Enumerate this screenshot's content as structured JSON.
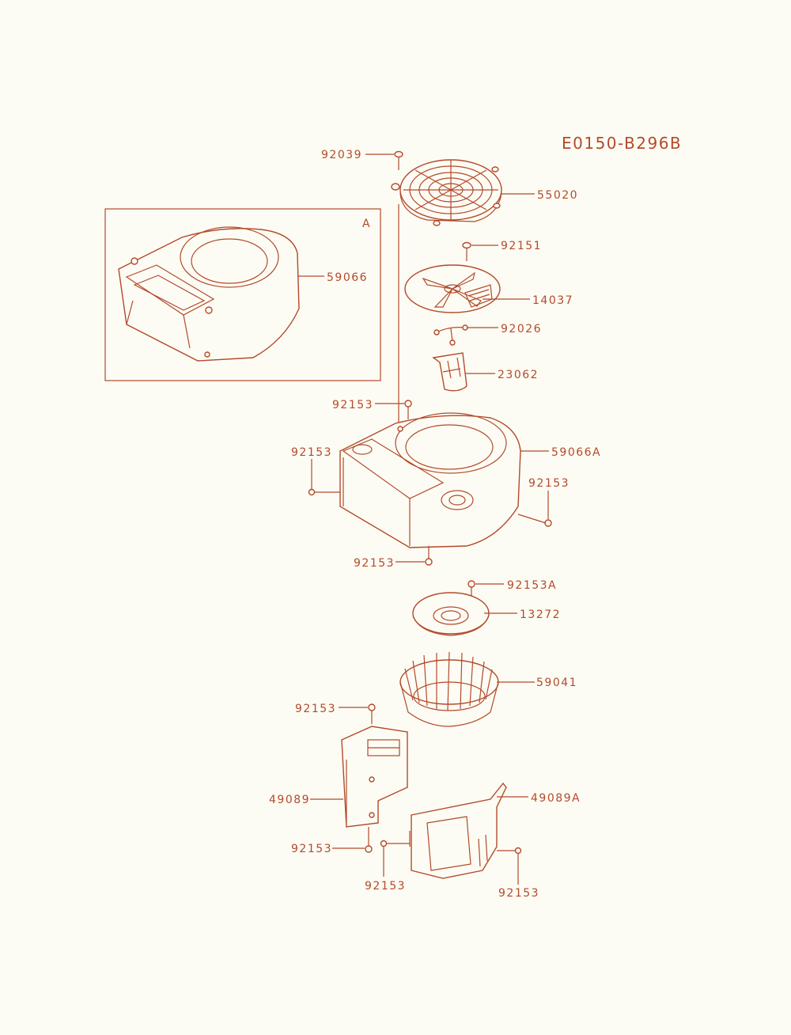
{
  "diagram_code": "E0150-B296B",
  "inset_label": "A",
  "color": "#b34a2a",
  "background": "#fdfcf4",
  "callouts": [
    {
      "id": "c1",
      "text": "92039"
    },
    {
      "id": "c2",
      "text": "55020"
    },
    {
      "id": "c3",
      "text": "92151"
    },
    {
      "id": "c4",
      "text": "14037"
    },
    {
      "id": "c5",
      "text": "92026"
    },
    {
      "id": "c6",
      "text": "23062"
    },
    {
      "id": "c7",
      "text": "59066"
    },
    {
      "id": "c8",
      "text": "92153"
    },
    {
      "id": "c9",
      "text": "59066A"
    },
    {
      "id": "c10",
      "text": "92153"
    },
    {
      "id": "c11",
      "text": "92153"
    },
    {
      "id": "c12",
      "text": "92153"
    },
    {
      "id": "c13",
      "text": "92153A"
    },
    {
      "id": "c14",
      "text": "13272"
    },
    {
      "id": "c15",
      "text": "59041"
    },
    {
      "id": "c16",
      "text": "92153"
    },
    {
      "id": "c17",
      "text": "49089"
    },
    {
      "id": "c18",
      "text": "49089A"
    },
    {
      "id": "c19",
      "text": "92153"
    },
    {
      "id": "c20",
      "text": "92153"
    },
    {
      "id": "c21",
      "text": "92153"
    }
  ]
}
